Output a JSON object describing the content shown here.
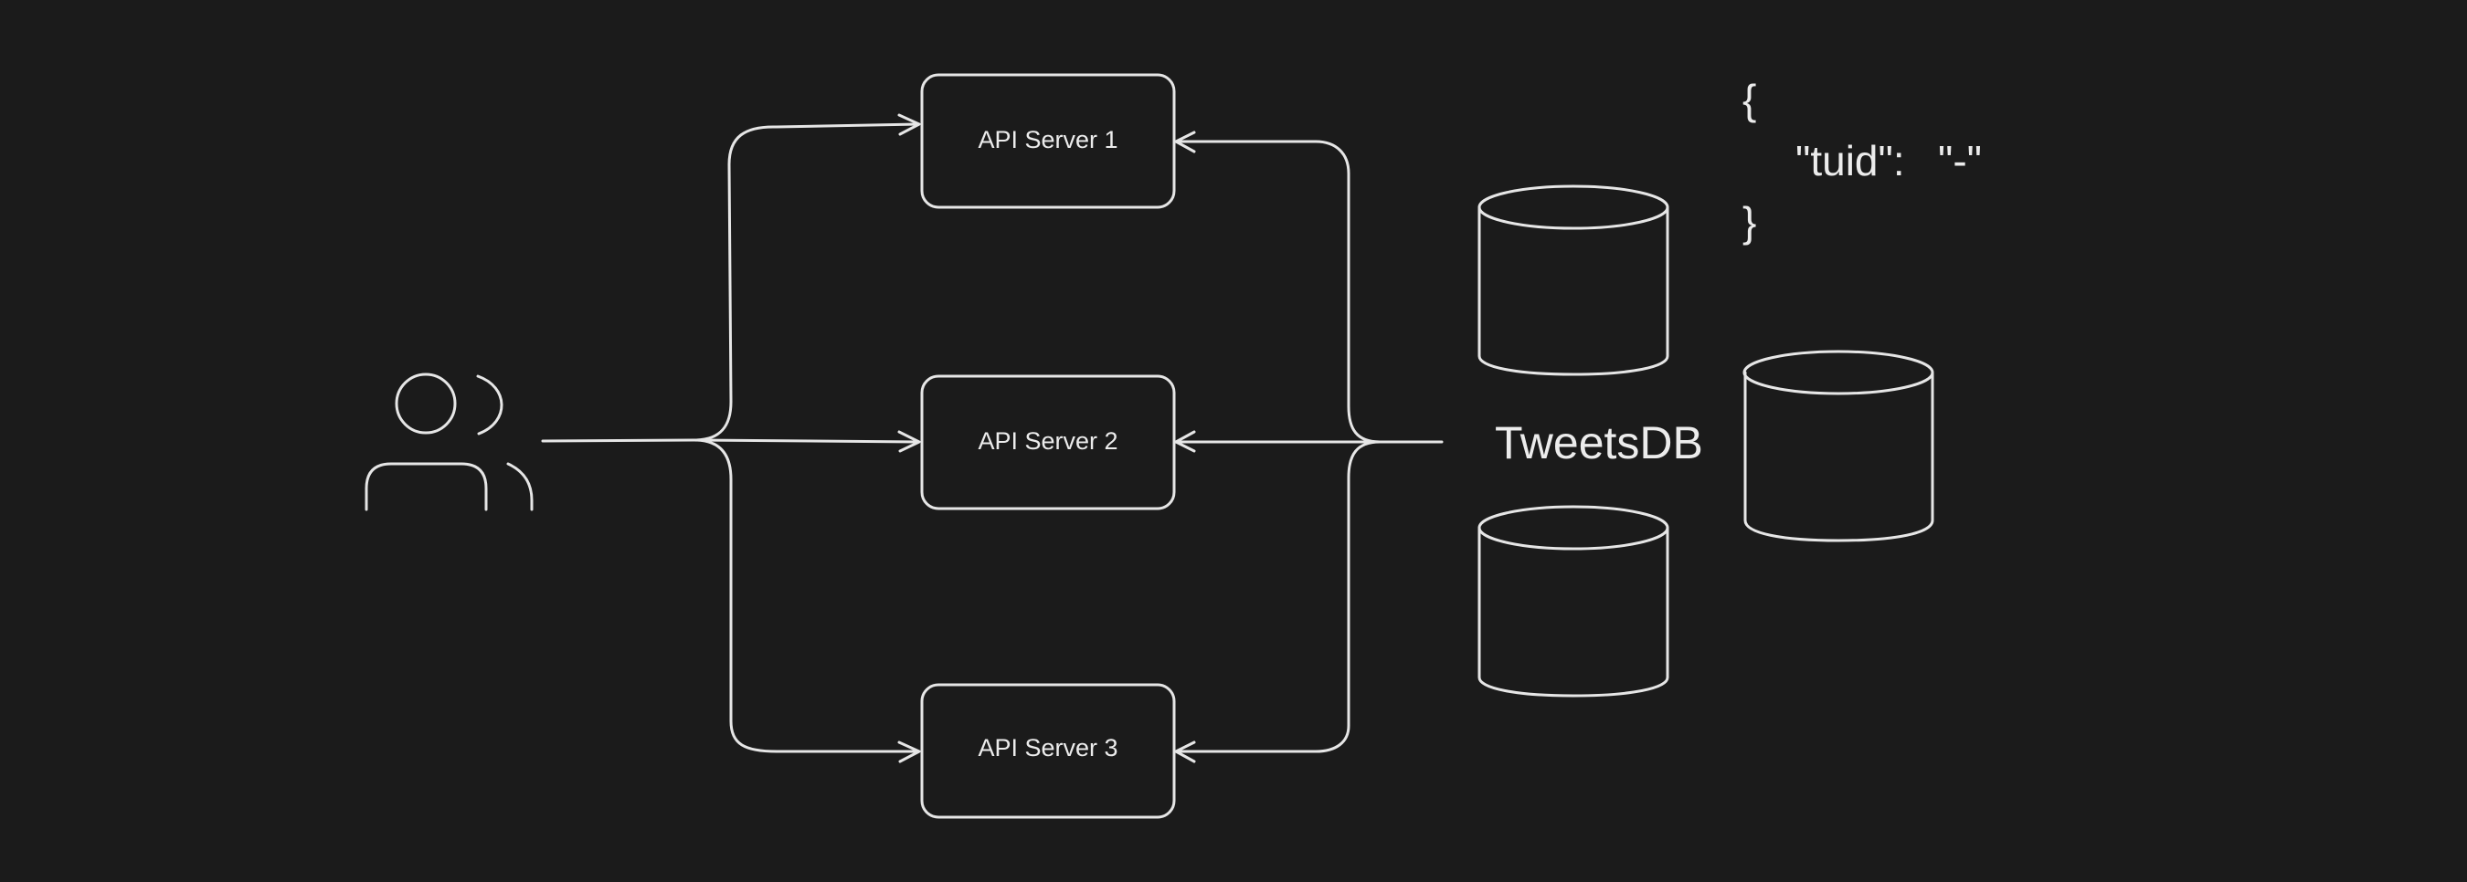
{
  "servers": [
    {
      "label": "API Server 1"
    },
    {
      "label": "API Server 2"
    },
    {
      "label": "API Server 3"
    }
  ],
  "database": {
    "label": "TweetsDB"
  },
  "json_snippet": {
    "open_brace": "{",
    "key": "\"tuid\":",
    "value": "\"-\"",
    "close_brace": "}"
  },
  "colors": {
    "background": "#1b1b1b",
    "stroke": "#e6e6e6",
    "text": "#ececec"
  },
  "icons": {
    "users": "users-icon",
    "database": "database-cylinder-icon"
  }
}
